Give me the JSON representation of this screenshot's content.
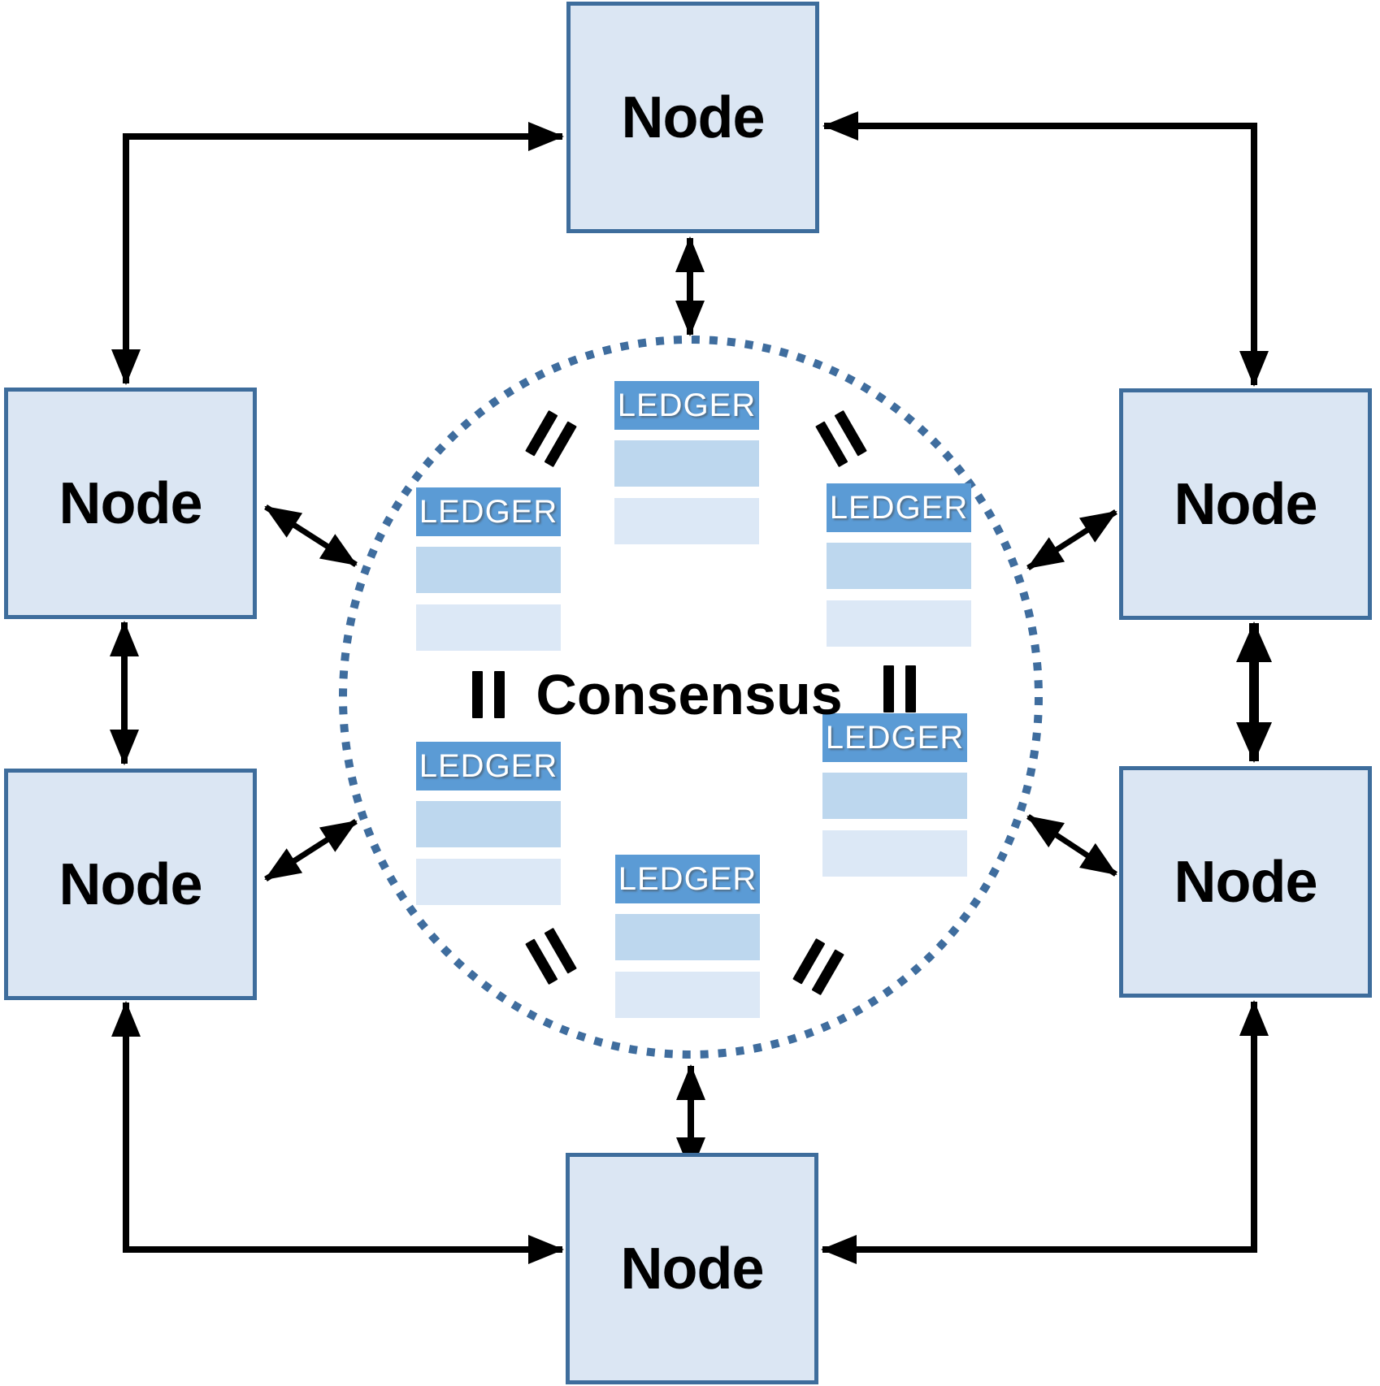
{
  "title": "Consensus",
  "nodes": [
    {
      "id": "node-top",
      "label": "Node"
    },
    {
      "id": "node-left-upper",
      "label": "Node"
    },
    {
      "id": "node-right-upper",
      "label": "Node"
    },
    {
      "id": "node-left-lower",
      "label": "Node"
    },
    {
      "id": "node-right-lower",
      "label": "Node"
    },
    {
      "id": "node-bottom",
      "label": "Node"
    }
  ],
  "ledgers": [
    {
      "id": "ledger-top-center",
      "title": "LEDGER"
    },
    {
      "id": "ledger-upper-left",
      "title": "LEDGER"
    },
    {
      "id": "ledger-upper-right",
      "title": "LEDGER"
    },
    {
      "id": "ledger-lower-left",
      "title": "LEDGER"
    },
    {
      "id": "ledger-lower-right",
      "title": "LEDGER"
    },
    {
      "id": "ledger-bottom-center",
      "title": "LEDGER"
    }
  ],
  "equals_marks": 6,
  "colors": {
    "node_fill": "#dbe6f3",
    "node_border": "#3e6d9c",
    "node_text": "#000000",
    "ledger_header": "#5b9bd5",
    "ledger_text": "#ffffff",
    "ledger_row_medium": "#bdd7ee",
    "ledger_row_light": "#dce8f6",
    "circle_dotted": "#3f6d9e",
    "arrow": "#000000",
    "consensus_text": "#000000"
  }
}
